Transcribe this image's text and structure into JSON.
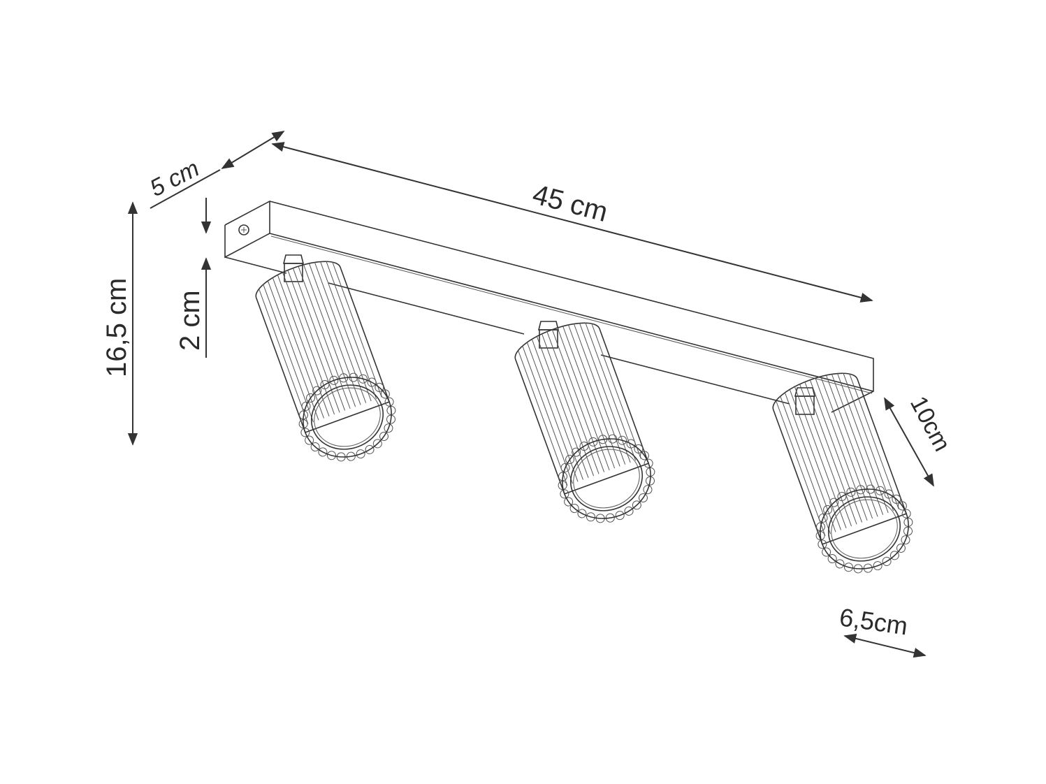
{
  "dimensions": {
    "length": "45 cm",
    "depth": "5 cm",
    "total_height": "16,5 cm",
    "bar_height": "2 cm",
    "shade_length": "10cm",
    "shade_diameter": "6,5cm"
  },
  "colors": {
    "line": "#333333",
    "background": "#ffffff"
  }
}
